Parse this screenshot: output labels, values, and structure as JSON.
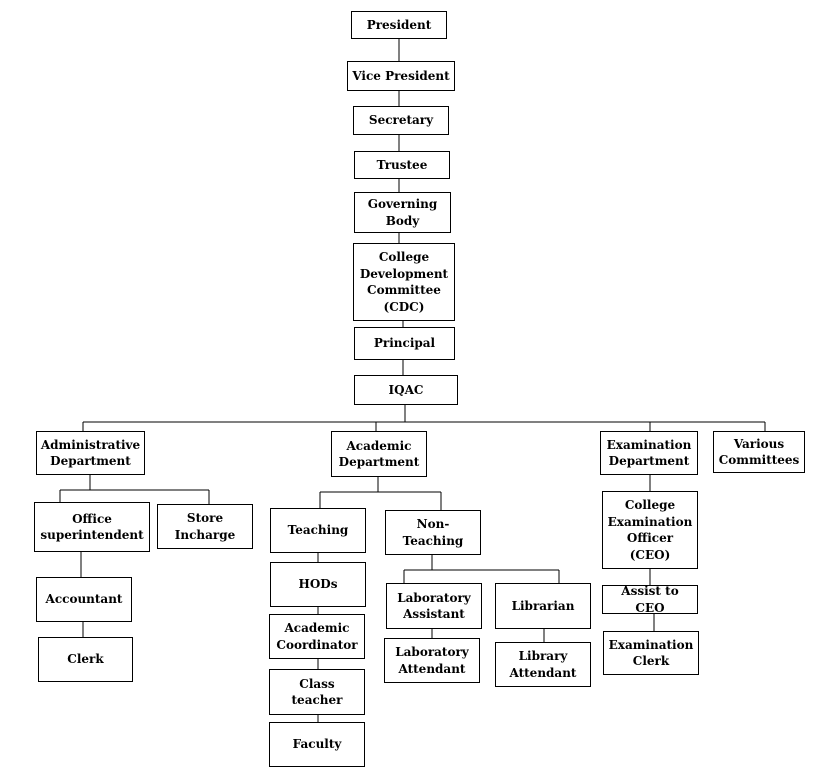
{
  "nodes": {
    "president": "President",
    "vice_president": "Vice President",
    "secretary": "Secretary",
    "trustee": "Trustee",
    "governing_body": "Governing\nBody",
    "cdc": "College\nDevelopment\nCommittee\n(CDC)",
    "principal": "Principal",
    "iqac": "IQAC",
    "admin_dept": "Administrative\nDepartment",
    "academic_dept": "Academic\nDepartment",
    "exam_dept": "Examination\nDepartment",
    "various_committees": "Various\nCommittees",
    "office_superintendent": "Office\nsuperintendent",
    "store_incharge": "Store\nIncharge",
    "accountant": "Accountant",
    "clerk": "Clerk",
    "teaching": "Teaching",
    "non_teaching": "Non-\nTeaching",
    "hods": "HODs",
    "academic_coordinator": "Academic\nCoordinator",
    "class_teacher": "Class\nteacher",
    "faculty": "Faculty",
    "lab_assistant": "Laboratory\nAssistant",
    "librarian": "Librarian",
    "lab_attendant": "Laboratory\nAttendant",
    "library_attendant": "Library\nAttendant",
    "ceo": "College\nExamination\nOfficer\n(CEO)",
    "assist_ceo": "Assist to CEO",
    "exam_clerk": "Examination\nClerk"
  }
}
